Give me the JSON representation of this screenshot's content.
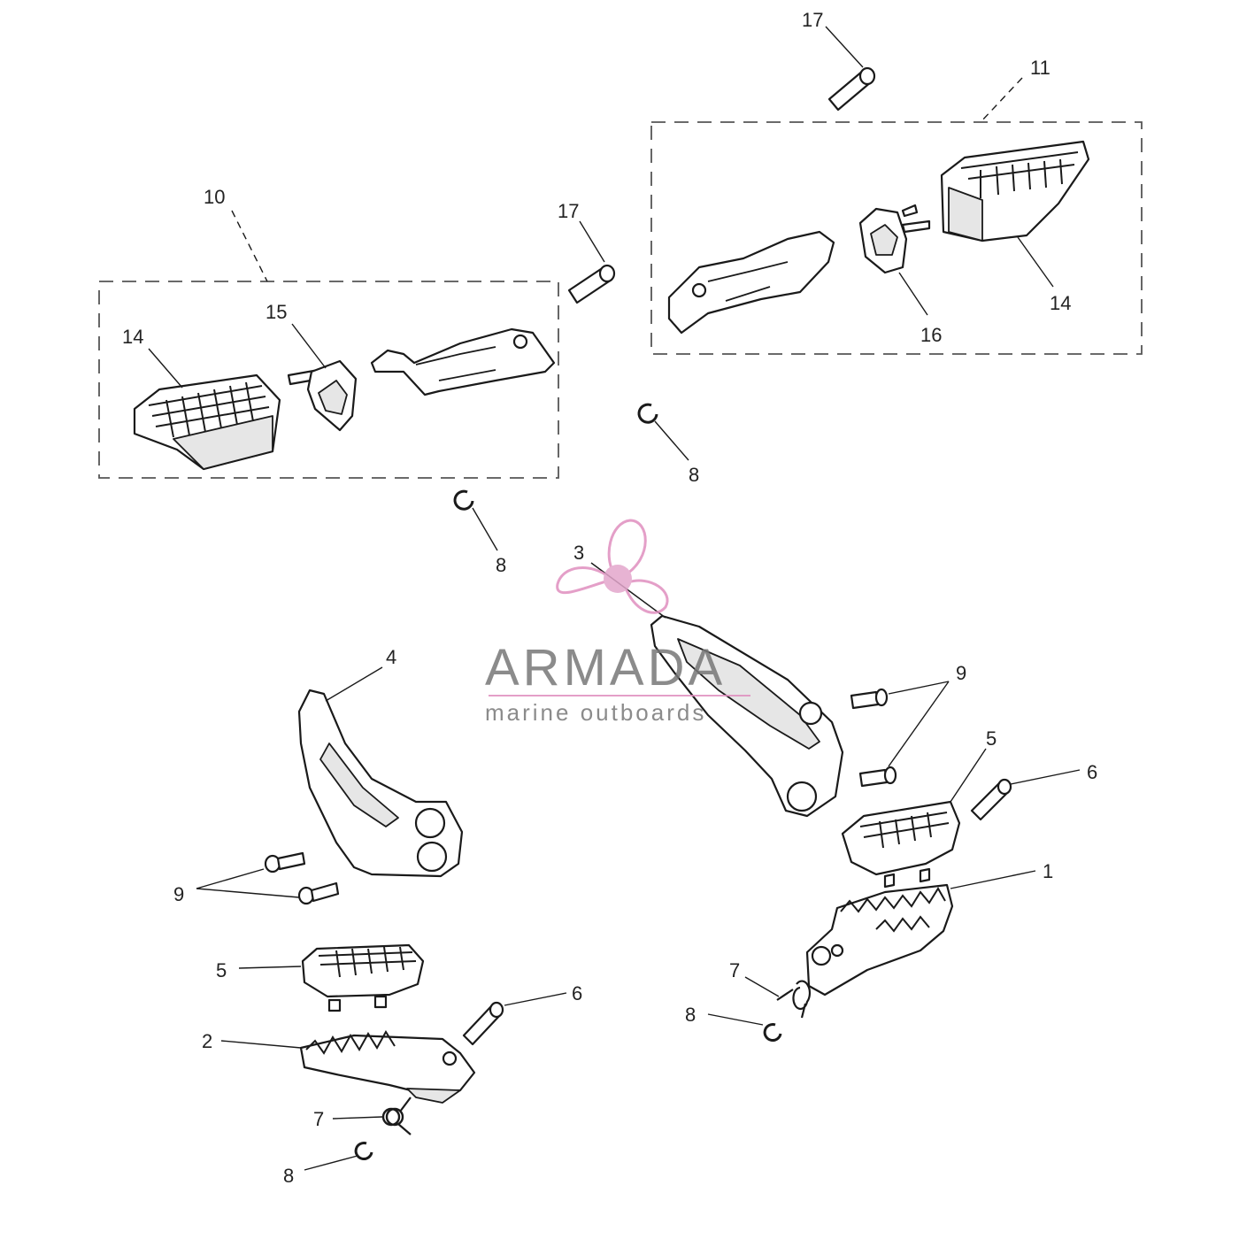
{
  "diagram": {
    "callouts": {
      "c1": "1",
      "c2": "2",
      "c3": "3",
      "c4": "4",
      "c5a": "5",
      "c5b": "5",
      "c6a": "6",
      "c6b": "6",
      "c7a": "7",
      "c7b": "7",
      "c8a": "8",
      "c8b": "8",
      "c8c": "8",
      "c8d": "8",
      "c9a": "9",
      "c9b": "9",
      "c10": "10",
      "c11": "11",
      "c14a": "14",
      "c14b": "14",
      "c15": "15",
      "c16": "16",
      "c17a": "17",
      "c17b": "17"
    }
  },
  "watermark": {
    "brand": "ARMADA",
    "tagline": "marine outboards",
    "colors": {
      "brand_text": "#777777",
      "logo": "#e08fbf",
      "logo_fill": "#e3a6cc"
    }
  }
}
